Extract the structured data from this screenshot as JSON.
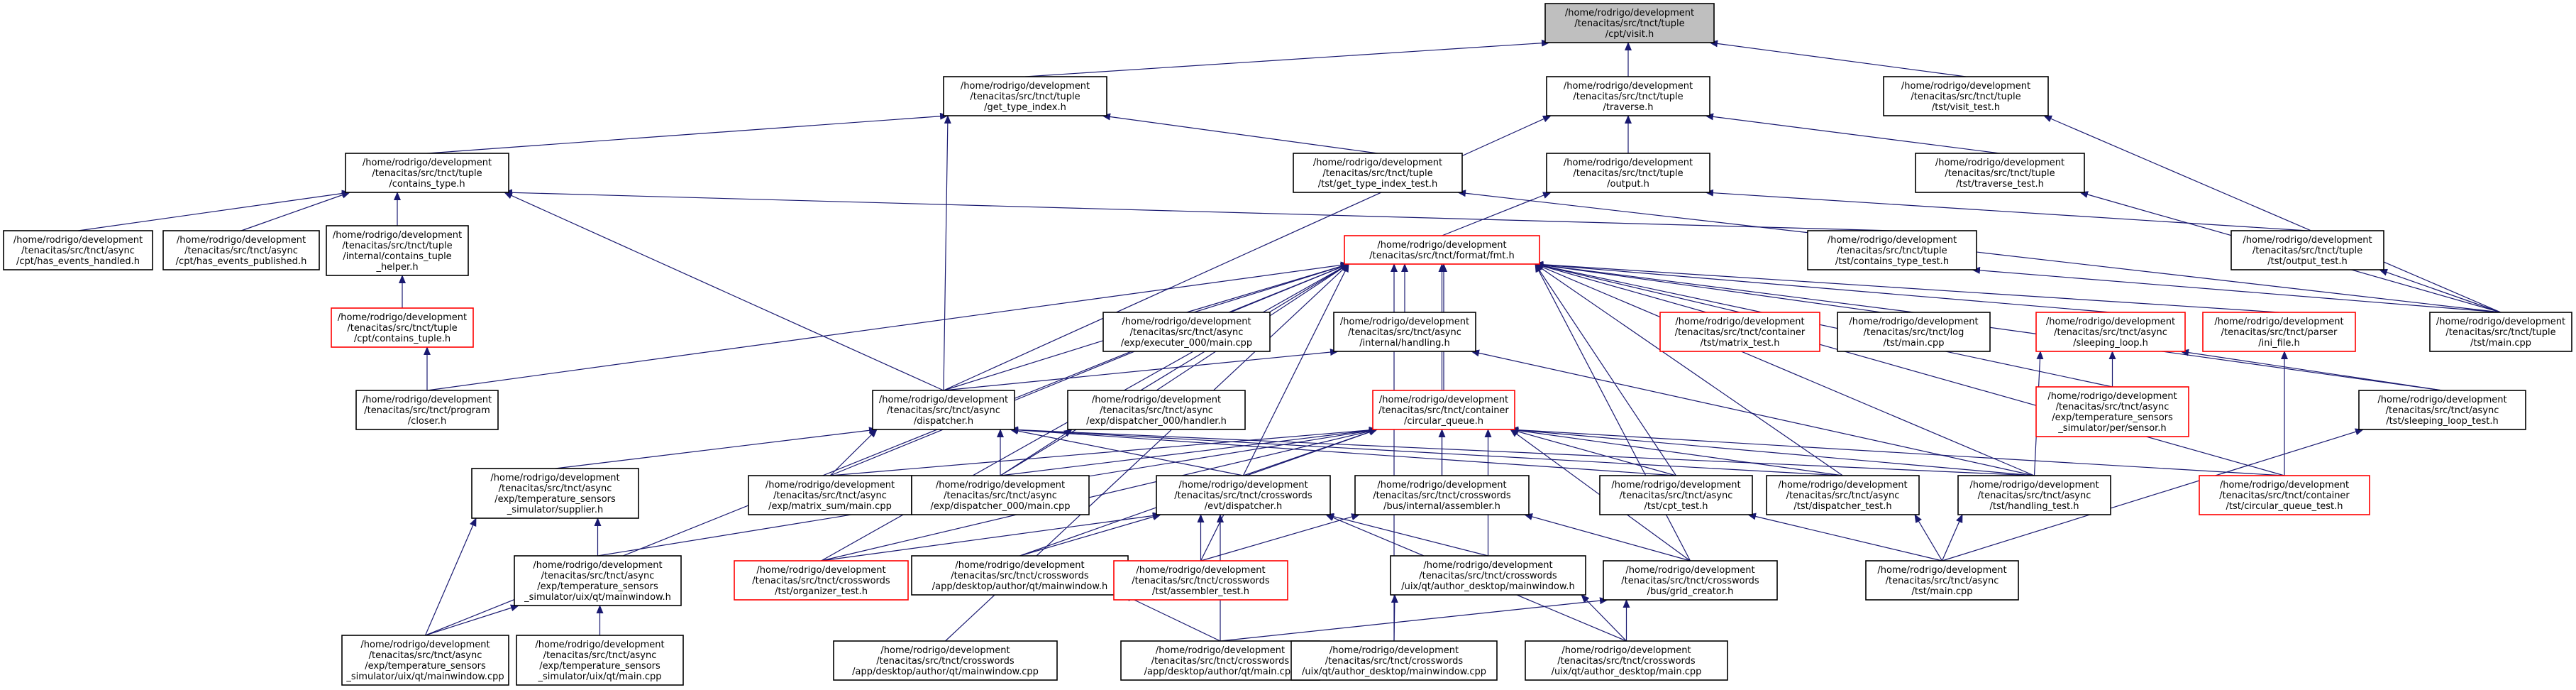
{
  "nodes": [
    {
      "id": "visit",
      "lines": [
        "/home/rodrigo/development",
        "/tenacitas/src/tnct/tuple",
        "/cpt/visit.h"
      ],
      "kind": "gray"
    },
    {
      "id": "get_type_index",
      "lines": [
        "/home/rodrigo/development",
        "/tenacitas/src/tnct/tuple",
        "/get_type_index.h"
      ],
      "kind": "normal"
    },
    {
      "id": "traverse",
      "lines": [
        "/home/rodrigo/development",
        "/tenacitas/src/tnct/tuple",
        "/traverse.h"
      ],
      "kind": "normal"
    },
    {
      "id": "visit_test",
      "lines": [
        "/home/rodrigo/development",
        "/tenacitas/src/tnct/tuple",
        "/tst/visit_test.h"
      ],
      "kind": "normal"
    },
    {
      "id": "contains_type",
      "lines": [
        "/home/rodrigo/development",
        "/tenacitas/src/tnct/tuple",
        "/contains_type.h"
      ],
      "kind": "normal"
    },
    {
      "id": "get_type_index_test",
      "lines": [
        "/home/rodrigo/development",
        "/tenacitas/src/tnct/tuple",
        "/tst/get_type_index_test.h"
      ],
      "kind": "normal"
    },
    {
      "id": "output",
      "lines": [
        "/home/rodrigo/development",
        "/tenacitas/src/tnct/tuple",
        "/output.h"
      ],
      "kind": "normal"
    },
    {
      "id": "traverse_test",
      "lines": [
        "/home/rodrigo/development",
        "/tenacitas/src/tnct/tuple",
        "/tst/traverse_test.h"
      ],
      "kind": "normal"
    },
    {
      "id": "has_events_handled",
      "lines": [
        "/home/rodrigo/development",
        "/tenacitas/src/tnct/async",
        "/cpt/has_events_handled.h"
      ],
      "kind": "normal"
    },
    {
      "id": "has_events_published",
      "lines": [
        "/home/rodrigo/development",
        "/tenacitas/src/tnct/async",
        "/cpt/has_events_published.h"
      ],
      "kind": "normal"
    },
    {
      "id": "contains_tuple_helper",
      "lines": [
        "/home/rodrigo/development",
        "/tenacitas/src/tnct/tuple",
        "/internal/contains_tuple",
        "_helper.h"
      ],
      "kind": "normal"
    },
    {
      "id": "fmt",
      "lines": [
        "/home/rodrigo/development",
        "/tenacitas/src/tnct/format/fmt.h"
      ],
      "kind": "red"
    },
    {
      "id": "contains_type_test",
      "lines": [
        "/home/rodrigo/development",
        "/tenacitas/src/tnct/tuple",
        "/tst/contains_type_test.h"
      ],
      "kind": "normal"
    },
    {
      "id": "output_test",
      "lines": [
        "/home/rodrigo/development",
        "/tenacitas/src/tnct/tuple",
        "/tst/output_test.h"
      ],
      "kind": "normal"
    },
    {
      "id": "contains_tuple",
      "lines": [
        "/home/rodrigo/development",
        "/tenacitas/src/tnct/tuple",
        "/cpt/contains_tuple.h"
      ],
      "kind": "red"
    },
    {
      "id": "executer_main",
      "lines": [
        "/home/rodrigo/development",
        "/tenacitas/src/tnct/async",
        "/exp/executer_000/main.cpp"
      ],
      "kind": "normal"
    },
    {
      "id": "handling",
      "lines": [
        "/home/rodrigo/development",
        "/tenacitas/src/tnct/async",
        "/internal/handling.h"
      ],
      "kind": "normal"
    },
    {
      "id": "matrix_test",
      "lines": [
        "/home/rodrigo/development",
        "/tenacitas/src/tnct/container",
        "/tst/matrix_test.h"
      ],
      "kind": "red"
    },
    {
      "id": "log_main",
      "lines": [
        "/home/rodrigo/development",
        "/tenacitas/src/tnct/log",
        "/tst/main.cpp"
      ],
      "kind": "normal"
    },
    {
      "id": "sleeping_loop",
      "lines": [
        "/home/rodrigo/development",
        "/tenacitas/src/tnct/async",
        "/sleeping_loop.h"
      ],
      "kind": "red"
    },
    {
      "id": "ini_file",
      "lines": [
        "/home/rodrigo/development",
        "/tenacitas/src/tnct/parser",
        "/ini_file.h"
      ],
      "kind": "red"
    },
    {
      "id": "tuple_main",
      "lines": [
        "/home/rodrigo/development",
        "/tenacitas/src/tnct/tuple",
        "/tst/main.cpp"
      ],
      "kind": "normal"
    },
    {
      "id": "closer",
      "lines": [
        "/home/rodrigo/development",
        "/tenacitas/src/tnct/program",
        "/closer.h"
      ],
      "kind": "normal"
    },
    {
      "id": "dispatcher",
      "lines": [
        "/home/rodrigo/development",
        "/tenacitas/src/tnct/async",
        "/dispatcher.h"
      ],
      "kind": "normal"
    },
    {
      "id": "dispatcher_handler",
      "lines": [
        "/home/rodrigo/development",
        "/tenacitas/src/tnct/async",
        "/exp/dispatcher_000/handler.h"
      ],
      "kind": "normal"
    },
    {
      "id": "circular_queue",
      "lines": [
        "/home/rodrigo/development",
        "/tenacitas/src/tnct/container",
        "/circular_queue.h"
      ],
      "kind": "red"
    },
    {
      "id": "sensor",
      "lines": [
        "/home/rodrigo/development",
        "/tenacitas/src/tnct/async",
        "/exp/temperature_sensors",
        "_simulator/per/sensor.h"
      ],
      "kind": "red"
    },
    {
      "id": "sleeping_loop_test",
      "lines": [
        "/home/rodrigo/development",
        "/tenacitas/src/tnct/async",
        "/tst/sleeping_loop_test.h"
      ],
      "kind": "normal"
    },
    {
      "id": "supplier",
      "lines": [
        "/home/rodrigo/development",
        "/tenacitas/src/tnct/async",
        "/exp/temperature_sensors",
        "_simulator/supplier.h"
      ],
      "kind": "normal"
    },
    {
      "id": "matrix_sum_main",
      "lines": [
        "/home/rodrigo/development",
        "/tenacitas/src/tnct/async",
        "/exp/matrix_sum/main.cpp"
      ],
      "kind": "normal"
    },
    {
      "id": "dispatcher_main",
      "lines": [
        "/home/rodrigo/development",
        "/tenacitas/src/tnct/async",
        "/exp/dispatcher_000/main.cpp"
      ],
      "kind": "normal"
    },
    {
      "id": "evt_dispatcher",
      "lines": [
        "/home/rodrigo/development",
        "/tenacitas/src/tnct/crosswords",
        "/evt/dispatcher.h"
      ],
      "kind": "normal"
    },
    {
      "id": "assembler",
      "lines": [
        "/home/rodrigo/development",
        "/tenacitas/src/tnct/crosswords",
        "/bus/internal/assembler.h"
      ],
      "kind": "normal"
    },
    {
      "id": "cpt_test",
      "lines": [
        "/home/rodrigo/development",
        "/tenacitas/src/tnct/async",
        "/tst/cpt_test.h"
      ],
      "kind": "normal"
    },
    {
      "id": "dispatcher_test",
      "lines": [
        "/home/rodrigo/development",
        "/tenacitas/src/tnct/async",
        "/tst/dispatcher_test.h"
      ],
      "kind": "normal"
    },
    {
      "id": "handling_test",
      "lines": [
        "/home/rodrigo/development",
        "/tenacitas/src/tnct/async",
        "/tst/handling_test.h"
      ],
      "kind": "normal"
    },
    {
      "id": "circular_queue_test",
      "lines": [
        "/home/rodrigo/development",
        "/tenacitas/src/tnct/container",
        "/tst/circular_queue_test.h"
      ],
      "kind": "red"
    },
    {
      "id": "ts_mainwindow_h",
      "lines": [
        "/home/rodrigo/development",
        "/tenacitas/src/tnct/async",
        "/exp/temperature_sensors",
        "_simulator/uix/qt/mainwindow.h"
      ],
      "kind": "normal"
    },
    {
      "id": "organizer_test",
      "lines": [
        "/home/rodrigo/development",
        "/tenacitas/src/tnct/crosswords",
        "/tst/organizer_test.h"
      ],
      "kind": "red"
    },
    {
      "id": "cw_app_mainwindow_h",
      "lines": [
        "/home/rodrigo/development",
        "/tenacitas/src/tnct/crosswords",
        "/app/desktop/author/qt/mainwindow.h"
      ],
      "kind": "normal"
    },
    {
      "id": "assembler_test",
      "lines": [
        "/home/rodrigo/development",
        "/tenacitas/src/tnct/crosswords",
        "/tst/assembler_test.h"
      ],
      "kind": "red"
    },
    {
      "id": "cw_uix_mainwindow_h",
      "lines": [
        "/home/rodrigo/development",
        "/tenacitas/src/tnct/crosswords",
        "/uix/qt/author_desktop/mainwindow.h"
      ],
      "kind": "normal"
    },
    {
      "id": "grid_creator",
      "lines": [
        "/home/rodrigo/development",
        "/tenacitas/src/tnct/crosswords",
        "/bus/grid_creator.h"
      ],
      "kind": "normal"
    },
    {
      "id": "async_main",
      "lines": [
        "/home/rodrigo/development",
        "/tenacitas/src/tnct/async",
        "/tst/main.cpp"
      ],
      "kind": "normal"
    },
    {
      "id": "ts_mainwindow_cpp",
      "lines": [
        "/home/rodrigo/development",
        "/tenacitas/src/tnct/async",
        "/exp/temperature_sensors",
        "_simulator/uix/qt/mainwindow.cpp"
      ],
      "kind": "normal"
    },
    {
      "id": "ts_main_cpp",
      "lines": [
        "/home/rodrigo/development",
        "/tenacitas/src/tnct/async",
        "/exp/temperature_sensors",
        "_simulator/uix/qt/main.cpp"
      ],
      "kind": "normal"
    },
    {
      "id": "cw_app_mainwindow_cpp",
      "lines": [
        "/home/rodrigo/development",
        "/tenacitas/src/tnct/crosswords",
        "/app/desktop/author/qt/mainwindow.cpp"
      ],
      "kind": "normal"
    },
    {
      "id": "cw_app_main_cpp",
      "lines": [
        "/home/rodrigo/development",
        "/tenacitas/src/tnct/crosswords",
        "/app/desktop/author/qt/main.cpp"
      ],
      "kind": "normal"
    },
    {
      "id": "cw_uix_mainwindow_cpp",
      "lines": [
        "/home/rodrigo/development",
        "/tenacitas/src/tnct/crosswords",
        "/uix/qt/author_desktop/mainwindow.cpp"
      ],
      "kind": "normal"
    },
    {
      "id": "cw_uix_main_cpp",
      "lines": [
        "/home/rodrigo/development",
        "/tenacitas/src/tnct/crosswords",
        "/uix/qt/author_desktop/main.cpp"
      ],
      "kind": "normal"
    }
  ]
}
